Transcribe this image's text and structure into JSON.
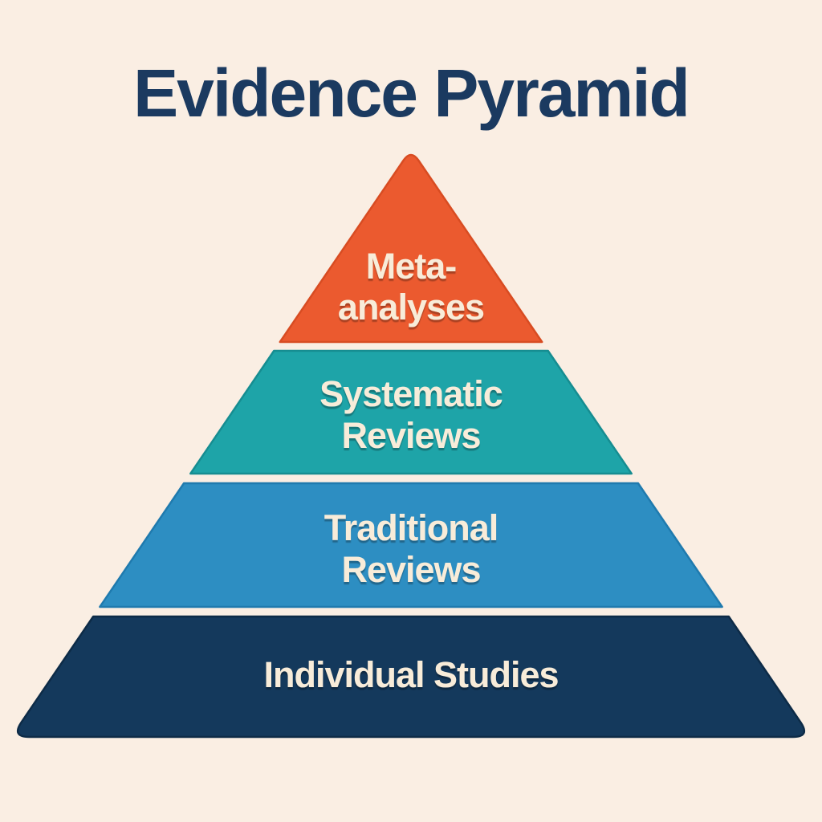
{
  "title": "Evidence Pyramid",
  "colors": {
    "background": "#faeee3",
    "title_text": "#1b3a60",
    "label_text": "#f8ecd9"
  },
  "pyramid": {
    "levels": [
      {
        "name": "meta-analyses",
        "lines": [
          "Meta-",
          "analyses"
        ],
        "color": "#eb5a2f"
      },
      {
        "name": "systematic-reviews",
        "lines": [
          "Systematic",
          "Reviews"
        ],
        "color": "#1ea4a8"
      },
      {
        "name": "traditional-reviews",
        "lines": [
          "Traditional",
          "Reviews"
        ],
        "color": "#2d8ec2"
      },
      {
        "name": "individual-studies",
        "lines": [
          "Individual Studies"
        ],
        "color": "#14395c"
      }
    ]
  }
}
